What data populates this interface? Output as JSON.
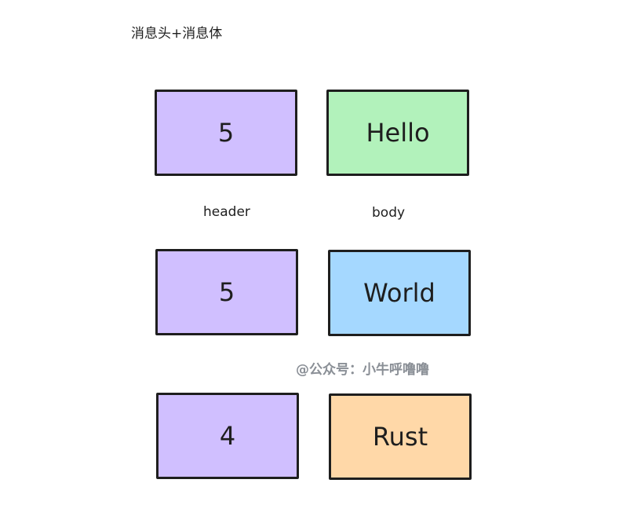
{
  "title": "消息头+消息体",
  "labels": {
    "header": "header",
    "body": "body"
  },
  "rows": [
    {
      "header": "5",
      "body": "Hello",
      "body_color": "#b2f2bb"
    },
    {
      "header": "5",
      "body": "World",
      "body_color": "#a5d8ff"
    },
    {
      "header": "4",
      "body": "Rust",
      "body_color": "#ffd8a8"
    }
  ],
  "header_color": "#d0bfff",
  "watermark": "@公众号：小牛呼噜噜"
}
